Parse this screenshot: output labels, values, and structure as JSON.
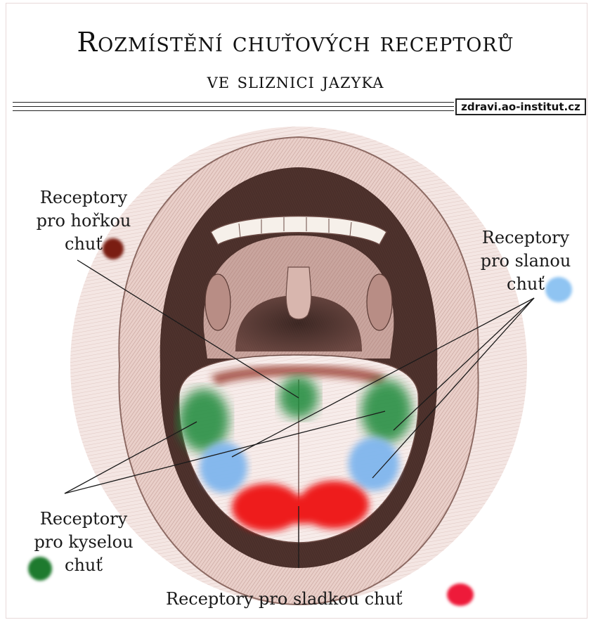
{
  "title": {
    "line1": "Rozmístění chuťových receptorů",
    "line2": "ve sliznici jazyka"
  },
  "website": "zdravi.ao-institut.cz",
  "labels": {
    "bitter": {
      "line1": "Receptory",
      "line2": "pro hořkou",
      "line3": "chuť",
      "color": "#7a1d12"
    },
    "salty": {
      "line1": "Receptory",
      "line2": "pro slanou",
      "line3": "chuť",
      "color": "#8fc4f2"
    },
    "sour": {
      "line1": "Receptory",
      "line2": "pro kyselou",
      "line3": "chuť",
      "color": "#1e7a2e"
    },
    "sweet": {
      "text": "Receptory pro sladkou chuť",
      "color": "#ee1a3a"
    }
  }
}
